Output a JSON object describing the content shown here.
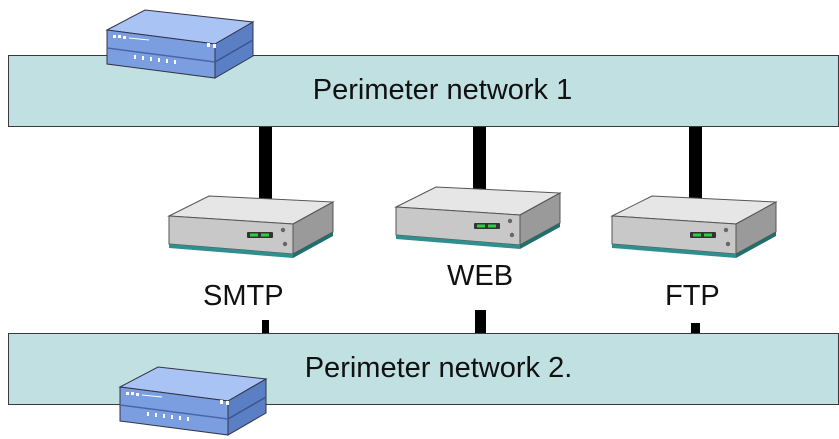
{
  "networks": [
    {
      "label": "Perimeter network 1"
    },
    {
      "label": "Perimeter network 2."
    }
  ],
  "servers": [
    {
      "label": "SMTP"
    },
    {
      "label": "WEB"
    },
    {
      "label": "FTP"
    }
  ],
  "devices": {
    "router_icon": "router-icon",
    "server_icon": "server-icon"
  },
  "colors": {
    "network_band": "#c0e0e2",
    "router_body": "#7b9ee0",
    "server_body": "#c8c8c8",
    "server_led": "#2ecc40"
  }
}
